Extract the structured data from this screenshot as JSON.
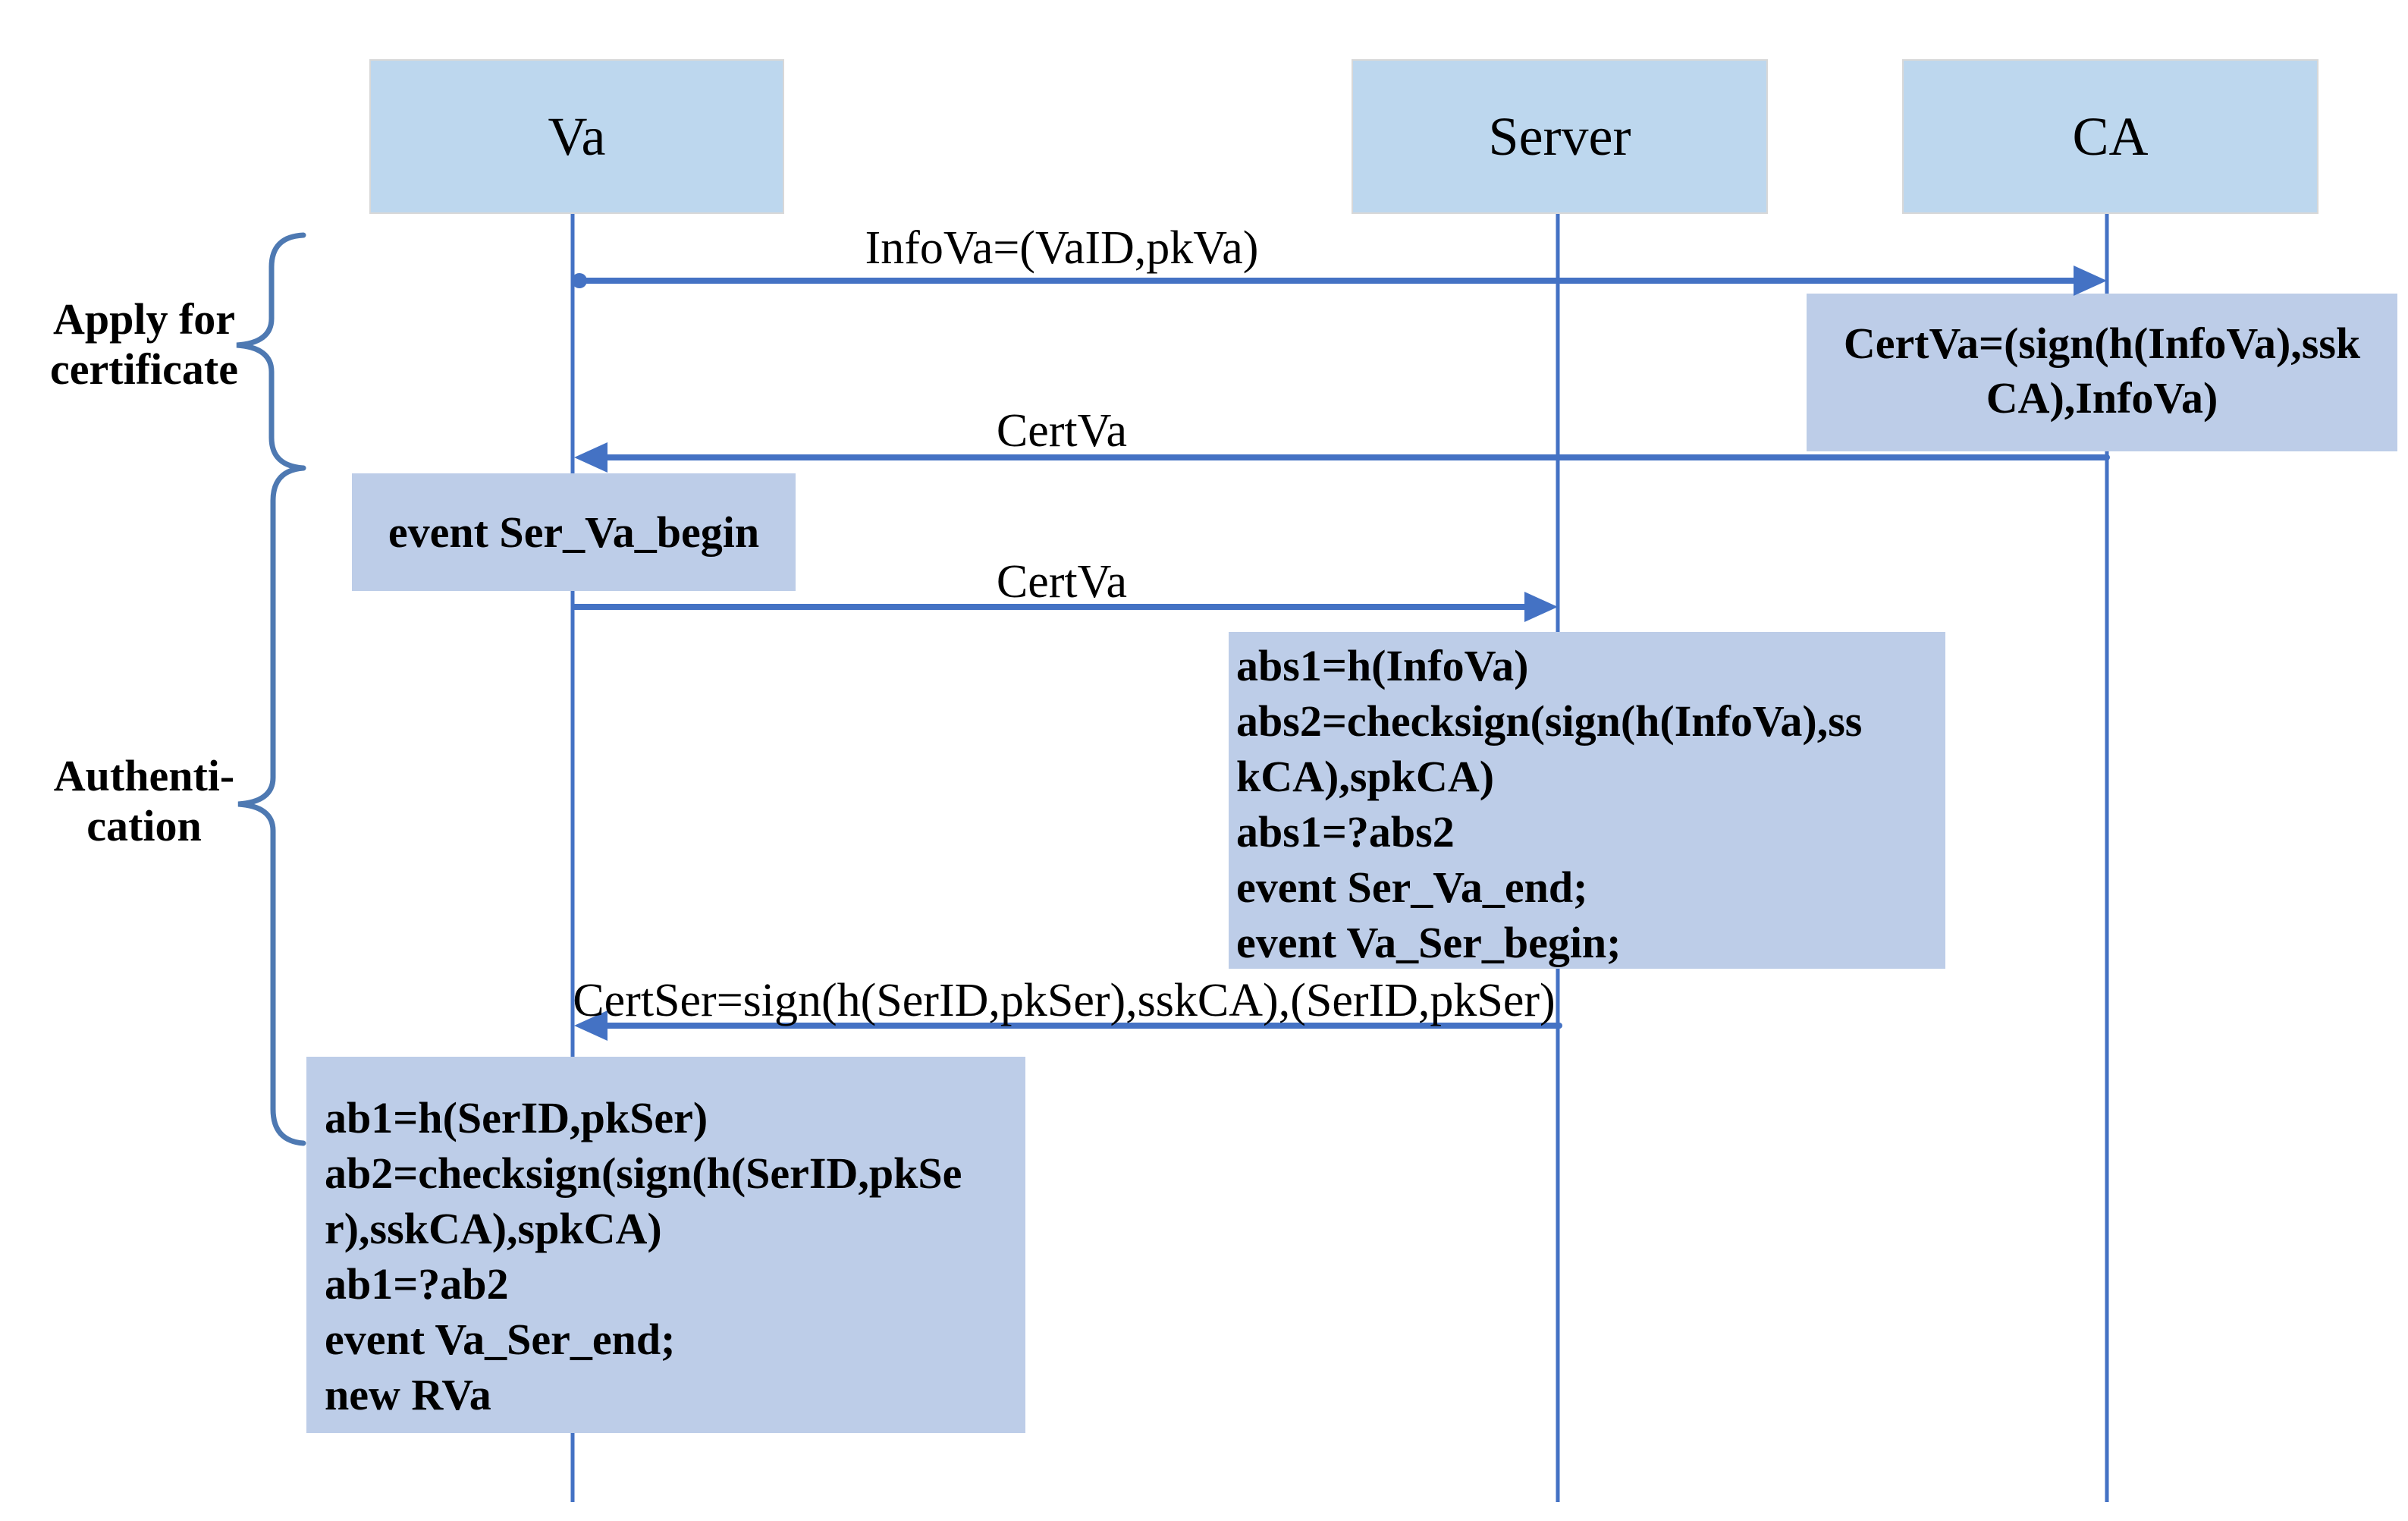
{
  "diagram": {
    "type": "sequence-diagram",
    "actors": [
      {
        "id": "va",
        "label": "Va"
      },
      {
        "id": "server",
        "label": "Server"
      },
      {
        "id": "ca",
        "label": "CA"
      }
    ],
    "sections": [
      {
        "id": "apply-for-certificate",
        "lines": [
          "Apply for",
          "certificate"
        ]
      },
      {
        "id": "authentication",
        "lines": [
          "Authenti-",
          "cation"
        ]
      }
    ],
    "messages": [
      {
        "id": "msg1",
        "from": "Va",
        "to": "CA",
        "label": "InfoVa=(VaID,pkVa)"
      },
      {
        "id": "msg2",
        "from": "CA",
        "to": "Va",
        "label": "CertVa"
      },
      {
        "id": "msg3",
        "from": "Va",
        "to": "Server",
        "label": "CertVa"
      },
      {
        "id": "msg4",
        "from": "Server",
        "to": "Va",
        "label": "CertSer=sign(h(SerID,pkSer),sskCA),(SerID,pkSer)"
      }
    ],
    "notes": [
      {
        "id": "ca-cert",
        "actor": "CA",
        "lines": [
          "CertVa=(sign(h(InfoVa),ssk",
          "CA),InfoVa)"
        ]
      },
      {
        "id": "va-event-begin",
        "actor": "Va",
        "lines": [
          "event Ser_Va_begin"
        ]
      },
      {
        "id": "server-calc",
        "actor": "Server",
        "lines": [
          "abs1=h(InfoVa)",
          "abs2=checksign(sign(h(InfoVa),ss",
          "kCA),spkCA)",
          "abs1=?abs2",
          "event Ser_Va_end;",
          "event Va_Ser_begin;"
        ]
      },
      {
        "id": "va-calc",
        "actor": "Va",
        "lines": [
          "ab1=h(SerID,pkSer)",
          "ab2=checksign(sign(h(SerID,pkSe",
          "r),sskCA),spkCA)",
          "ab1=?ab2",
          "event Va_Ser_end;",
          "new RVa"
        ]
      }
    ],
    "colors": {
      "connector": "#4472C4",
      "brace": "#4E79B2",
      "actor_fill": "#BDD7EE",
      "actor_border": "#D8D8D8",
      "note_fill": "#BDCDE8",
      "text": "#000000",
      "background": "#FFFFFF"
    }
  }
}
